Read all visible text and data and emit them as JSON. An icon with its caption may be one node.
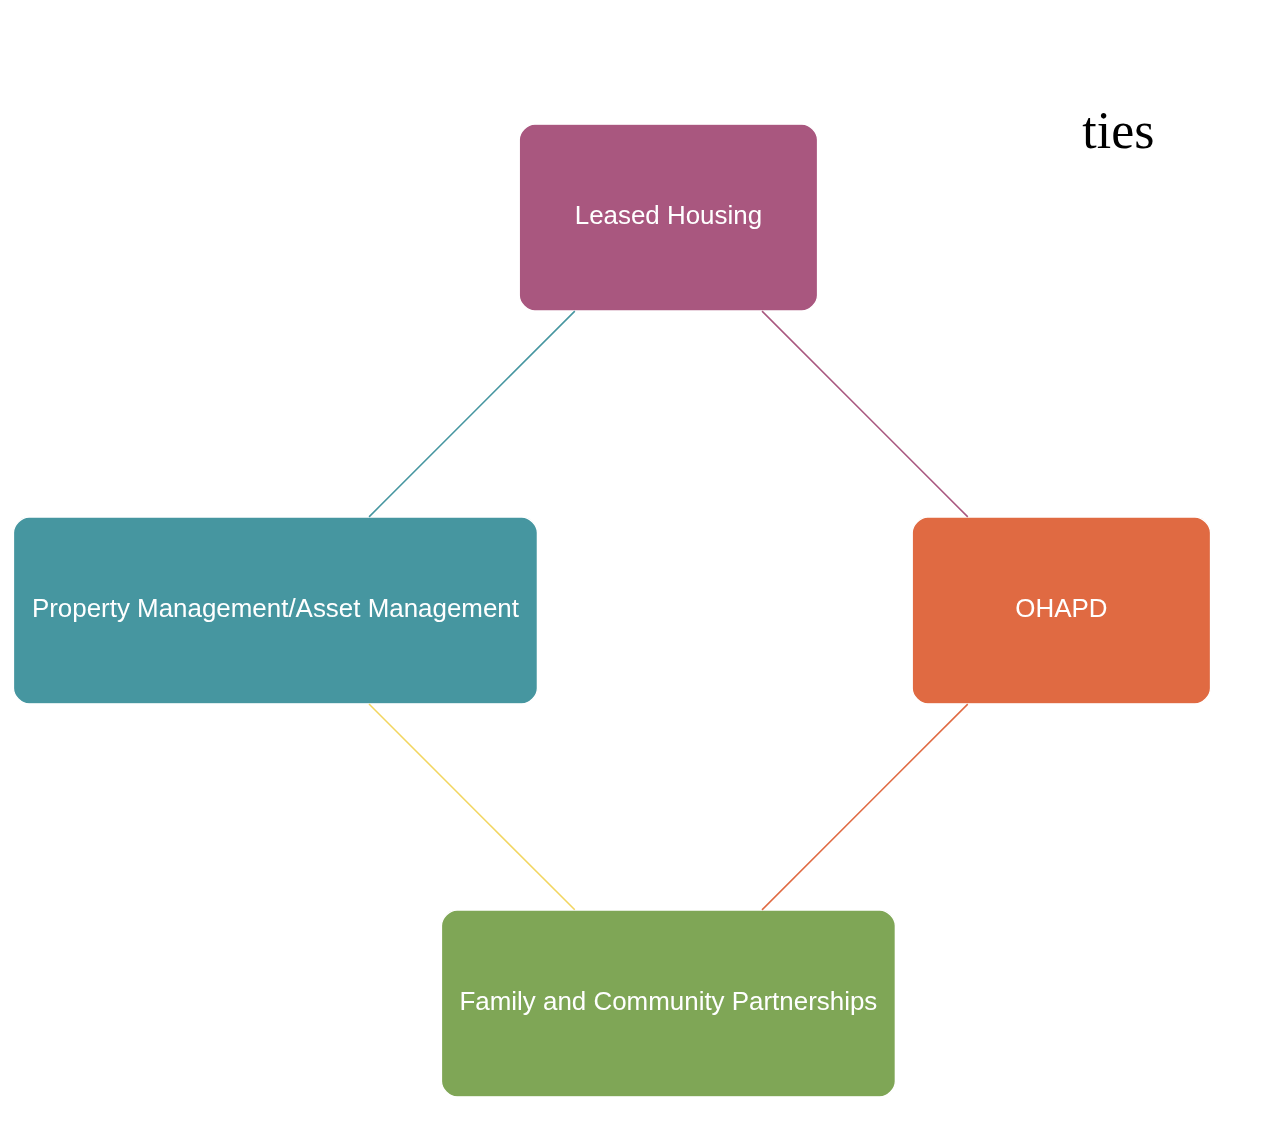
{
  "diagram": {
    "nodes": [
      {
        "text": [
          "Family and Community Partnerships"
        ]
      },
      {
        "text": [
          "OHAPD"
        ]
      },
      {
        "text": [
          "Property Management/Asset Management"
        ]
      },
      {
        "text": [
          "Leased Housing"
        ]
      }
    ],
    "edges": [
      {
        "from": 0,
        "to": 2,
        "arrow": "none",
        "color": "#f2d660"
      },
      {
        "from": 2,
        "to": 3,
        "arrow": "none",
        "color": "#4696a0"
      },
      {
        "from": 3,
        "to": 1,
        "arrow": "none",
        "color": "#a9577f"
      },
      {
        "from": 1,
        "to": 0,
        "arrow": "none",
        "color": "#e06a42"
      }
    ],
    "labels": [
      "ties"
    ]
  }
}
